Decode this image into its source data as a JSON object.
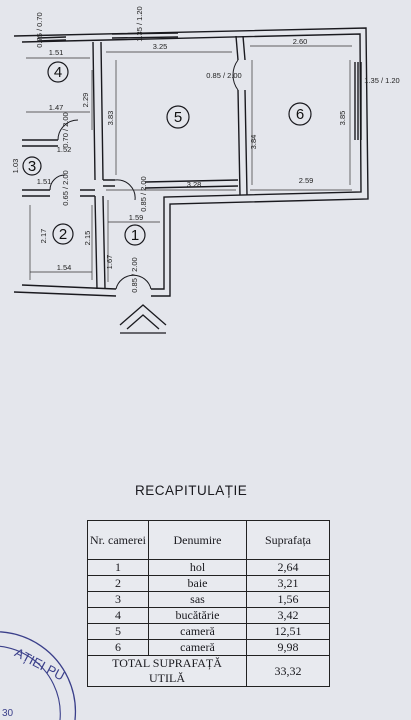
{
  "floor_plan": {
    "rooms": [
      "1",
      "2",
      "3",
      "4",
      "5",
      "6"
    ],
    "dimensions": {
      "top_left_window": "0.75 / 0.70",
      "top_mid_window": "1.35 / 1.20",
      "right_window": "1.35 / 1.20",
      "room4_width": "1.51",
      "room4_width_inner": "1.47",
      "room4_height": "2.29",
      "room4_door": "0.70 / 2.00",
      "room3_width": "1.52",
      "room3_width_b": "1.51",
      "room3_height": "1.03",
      "room5_width_top": "3.25",
      "room5_width_bottom": "3.28",
      "room5_height": "3.83",
      "room5_door": "0.85 / 2.00",
      "room6_width_top": "2.60",
      "room6_width_bottom": "2.59",
      "room6_height_left": "3.84",
      "room6_height_right": "3.85",
      "room2_height": "2.17",
      "room2_height_b": "2.15",
      "room2_width": "1.54",
      "room2_door": "0.65 / 2.00",
      "room1_width": "1.59",
      "room1_height": "1.67",
      "room1_door": "0.85 / 2.00",
      "entry_door": "0.85 / 2.00"
    }
  },
  "recap": {
    "title": "RECAPITULAȚIE",
    "headers": {
      "nr": "Nr. camerei",
      "name": "Denumire",
      "area": "Suprafața"
    },
    "rows": [
      {
        "nr": "1",
        "name": "hol",
        "area": "2,64"
      },
      {
        "nr": "2",
        "name": "baie",
        "area": "3,21"
      },
      {
        "nr": "3",
        "name": "sas",
        "area": "1,56"
      },
      {
        "nr": "4",
        "name": "bucătărie",
        "area": "3,42"
      },
      {
        "nr": "5",
        "name": "cameră",
        "area": "12,51"
      },
      {
        "nr": "6",
        "name": "cameră",
        "area": "9,98"
      }
    ],
    "total_label_1": "TOTAL SUPRAFAȚĂ",
    "total_label_2": "UTILĂ",
    "total_value": "33,32"
  },
  "stamp": {
    "text": "AȚIEI PU",
    "number": "30"
  }
}
